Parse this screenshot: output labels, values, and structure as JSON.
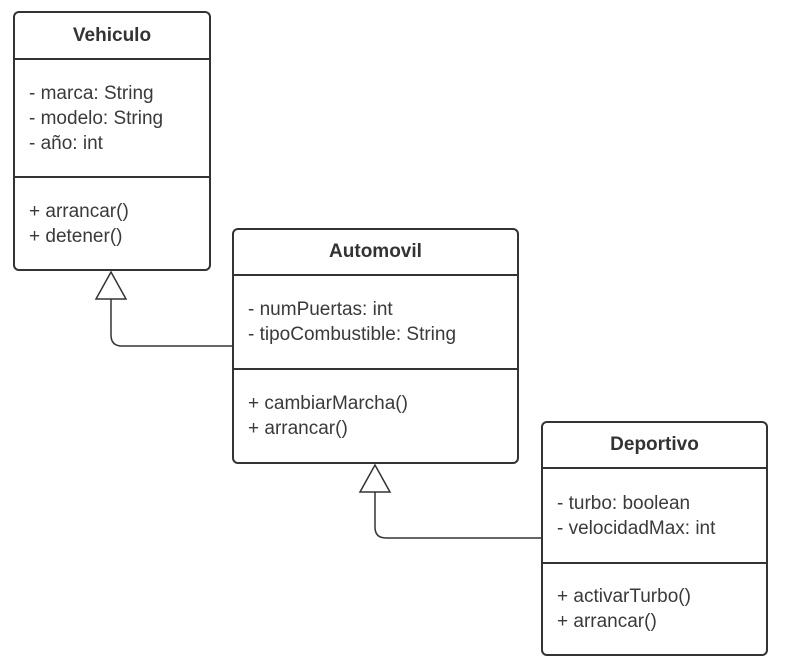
{
  "diagram": {
    "classes": [
      {
        "id": "vehiculo",
        "name": "Vehiculo",
        "attributes": [
          "- marca: String",
          "- modelo: String",
          "- año: int"
        ],
        "methods": [
          "+ arrancar()",
          "+ detener()"
        ]
      },
      {
        "id": "automovil",
        "name": "Automovil",
        "attributes": [
          "- numPuertas: int",
          "- tipoCombustible: String"
        ],
        "methods": [
          "+ cambiarMarcha()",
          "+ arrancar()"
        ]
      },
      {
        "id": "deportivo",
        "name": "Deportivo",
        "attributes": [
          "- turbo: boolean",
          "- velocidadMax: int"
        ],
        "methods": [
          "+ activarTurbo()",
          "+ arrancar()"
        ]
      }
    ],
    "relations": [
      {
        "type": "generalization",
        "from": "automovil",
        "to": "vehiculo"
      },
      {
        "type": "generalization",
        "from": "deportivo",
        "to": "automovil"
      }
    ]
  }
}
